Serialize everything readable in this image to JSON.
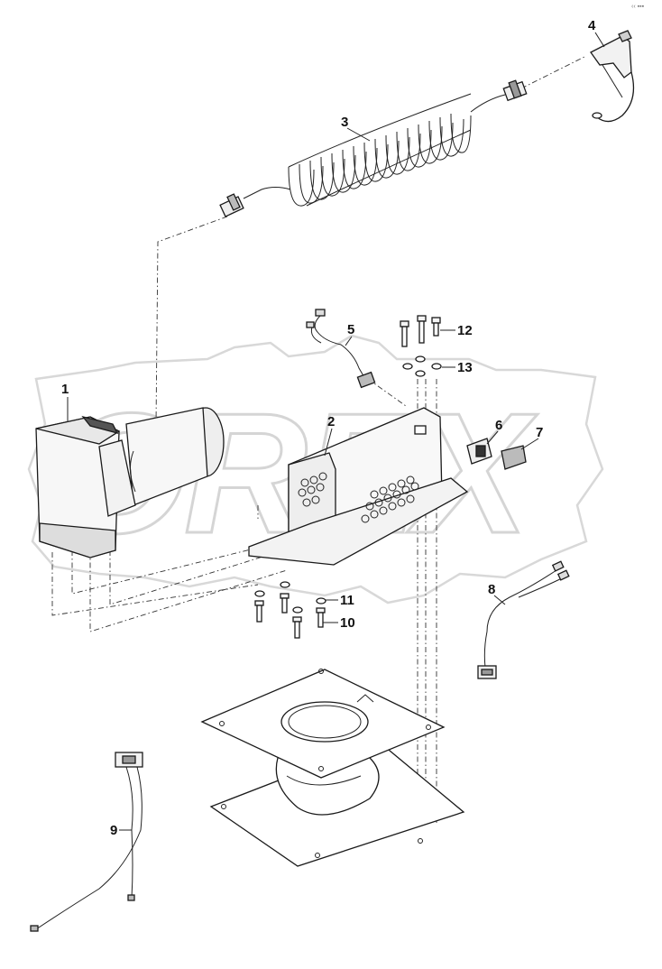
{
  "watermark": {
    "text": "OREX"
  },
  "corner_mark": "‹‹ ▪▪▪",
  "callouts": [
    {
      "id": "1",
      "label": "1"
    },
    {
      "id": "2",
      "label": "2"
    },
    {
      "id": "3",
      "label": "3"
    },
    {
      "id": "4",
      "label": "4"
    },
    {
      "id": "5",
      "label": "5"
    },
    {
      "id": "6",
      "label": "6"
    },
    {
      "id": "7",
      "label": "7"
    },
    {
      "id": "8",
      "label": "8"
    },
    {
      "id": "9",
      "label": "9"
    },
    {
      "id": "10",
      "label": "10"
    },
    {
      "id": "11",
      "label": "11"
    },
    {
      "id": "12",
      "label": "12"
    },
    {
      "id": "13",
      "label": "13"
    }
  ]
}
